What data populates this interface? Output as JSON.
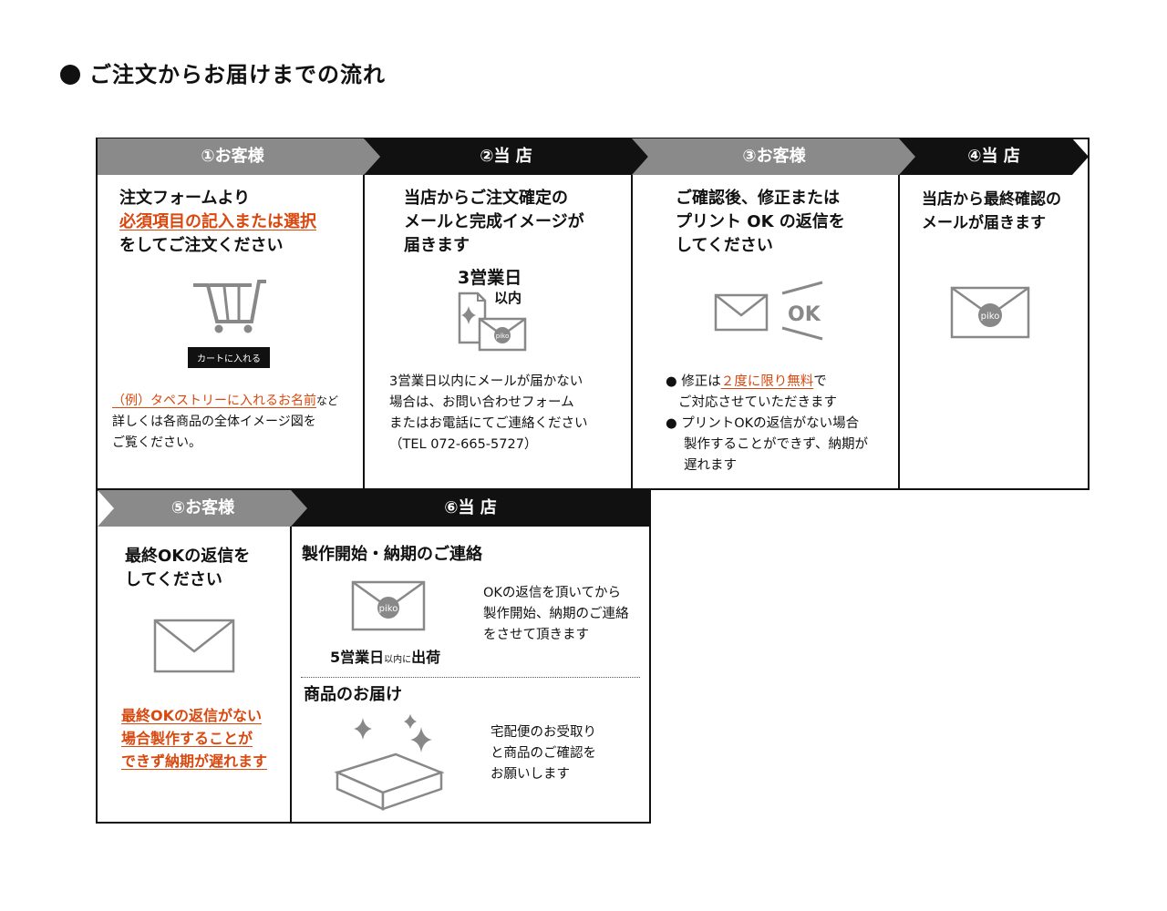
{
  "page": {
    "title": "ご注文からお届けまでの流れ"
  },
  "steps": [
    {
      "header": "①お客様",
      "tone": "gray",
      "lines": [
        "注文フォームより",
        "必須項目の記入または選択",
        "をしてご注文ください"
      ],
      "button": "カートに入れる",
      "note_highlight": "（例）タペストリーに入れるお名前",
      "note_suffix": "など",
      "note_lines": [
        "詳しくは各商品の全体イメージ図を",
        "ご覧ください。"
      ],
      "icon": "shopping-cart-icon"
    },
    {
      "header": "②当 店",
      "tone": "black",
      "lines": [
        "当店からご注文確定の",
        "メールと完成イメージが",
        "届きます"
      ],
      "badge_main": "3営業日",
      "badge_sub": "以内",
      "note_lines": [
        "3営業日以内にメールが届かない",
        "場合は、お問い合わせフォーム",
        "またはお電話にてご連絡ください",
        "（TEL 072-665-5727）"
      ],
      "icon": "document-mail-icon",
      "logo": "piko"
    },
    {
      "header": "③お客様",
      "tone": "gray",
      "lines": [
        "ご確認後、修正または",
        "プリント OK の返信を",
        "してください"
      ],
      "ok_text": "OK",
      "bullet1_pre": "修正は",
      "bullet1_hl": "２度に限り無料",
      "bullet1_post": "で",
      "bullet1_line2": "ご対応させていただきます",
      "bullet2_lines": [
        "プリントOKの返信がない場合",
        "製作することができず、納期が",
        "遅れます"
      ],
      "icon": "envelope-icon"
    },
    {
      "header": "④当 店",
      "tone": "black",
      "lines": [
        "当店から最終確認の",
        "メールが届きます"
      ],
      "logo": "piko",
      "icon": "envelope-piko-icon"
    },
    {
      "header": "⑤お客様",
      "tone": "gray",
      "lines": [
        "最終OKの返信を",
        "してください"
      ],
      "warn_lines": [
        "最終OKの返信がない",
        "場合製作することが",
        "できず納期が遅れます"
      ],
      "icon": "envelope-icon"
    },
    {
      "header": "⑥当 店",
      "tone": "black",
      "section1_title": "製作開始・納期のご連絡",
      "section1_lines": [
        "OKの返信を頂いてから",
        "製作開始、納期のご連絡",
        "をさせて頂きます"
      ],
      "ship_main": "5営業日",
      "ship_small": "以内に",
      "ship_end": "出荷",
      "logo": "piko",
      "section2_title": "商品のお届け",
      "section2_lines": [
        "宅配便のお受取り",
        "と商品のご確認を",
        "お願いします"
      ],
      "icon": "package-icon"
    }
  ],
  "colors": {
    "gray": "#8a8a8a",
    "black": "#111111",
    "accent": "#d9480f",
    "icon": "#888888"
  }
}
